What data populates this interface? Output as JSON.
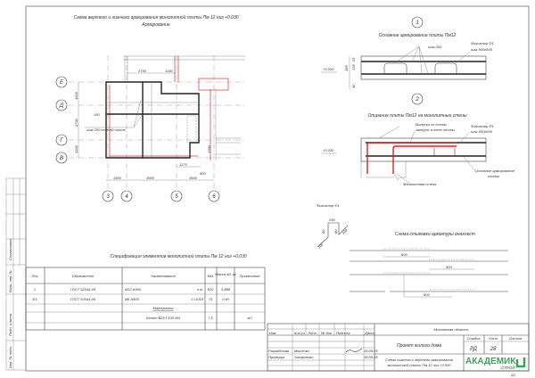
{
  "plan": {
    "title": "Схема верхнего и нижнего армирования монолитной плиты Пм 12 низ +0.030",
    "subtitle": "Армирование",
    "axes_rows": [
      "Е",
      "Д",
      "Г",
      "В"
    ],
    "axes_cols": [
      "3",
      "4",
      "5",
      "6"
    ],
    "dims": {
      "top1": "2750",
      "top2": "1150",
      "left1": "1600",
      "left2": "2700",
      "left3": "1200",
      "bot1": "1500",
      "bot2": "3900",
      "bot3": "3600",
      "d1175": "1175",
      "d600": "600",
      "d1350": "1350",
      "d150": "150"
    },
    "note": "шаг 200 по всей плите"
  },
  "section1": {
    "number": "1",
    "title": "Основное армирование плиты Пм12",
    "step": "шаг 200",
    "fixator": "Фиксатор Ф1",
    "fixator_step": "шаг 600х600",
    "level": "+0.030",
    "dims": [
      "25",
      "135",
      "25",
      "185",
      "40"
    ]
  },
  "section2": {
    "number": "2",
    "title": "Опирание плиты Пм12 на монолитные стены",
    "note1": "Выпуски из стены",
    "note2": "загнуть в тело плиты",
    "fixator": "Фиксатор Ф1",
    "fixator_step": "шаг 600х600",
    "main": "Основное армирование",
    "main2": "плиты",
    "wall": "Монолитная стена",
    "level": "+0.030"
  },
  "fixator_f1": {
    "title": "Фиксатор Ф1",
    "dims": [
      "250",
      "80",
      "80",
      "100",
      "100"
    ]
  },
  "lap": {
    "title": "Схема стыковки арматуры внахлест",
    "dims": [
      "600",
      "600",
      "600"
    ]
  },
  "spec": {
    "title": "Спецификация элементов монолитной плиты Пм 12 низ +0,030",
    "headers": [
      "Поз",
      "Обозначение",
      "Наименование",
      "Кол",
      "Масса ед.,кг",
      "Примечание"
    ],
    "rows": [
      [
        "1",
        "ГОСТ 52544-06",
        "Ø12 А500",
        "п.м.",
        "820",
        "0,888",
        ""
      ],
      [
        "Ф1",
        "ГОСТ 52544-06",
        "Ø8 А500",
        "L=1010",
        "75",
        "0,40",
        ""
      ]
    ],
    "materials_label": "Материалы",
    "concrete": [
      "",
      "",
      "Бетон В25 F100 W4",
      "",
      "7,5",
      "",
      "м3"
    ]
  },
  "side_stamp": [
    "Согласовано",
    "Взам. инв. №",
    "Подп. и дата",
    "Инв. № подл."
  ],
  "titleblock": {
    "region": "Московская область",
    "project": "Проект жилого дома",
    "sheet_title_1": "Схема нижнего и верхнего армирования",
    "sheet_title_2": "монолитной плиты Пм 12 низ +0.030",
    "headers": [
      "Изм.",
      "Кол.уч",
      "Лист",
      "№ док",
      "Подпись",
      "Дата"
    ],
    "stage_label": "Стадия",
    "sheet_label": "Лист",
    "sheets_label": "Листов",
    "stage": "РД",
    "sheet": "28",
    "rows": [
      {
        "role": "Разработал",
        "name": "Мысенко",
        "date": "18.05.25"
      },
      {
        "role": "Проверил",
        "name": "Захарченко",
        "date": "18.05.25"
      }
    ],
    "logo_main": "АКАДЕМИК",
    "logo_sub": "СТРОЙ",
    "format": "А3"
  },
  "colors": {
    "rebar_accent": "#dd2222",
    "logo": "#3aa55a"
  }
}
